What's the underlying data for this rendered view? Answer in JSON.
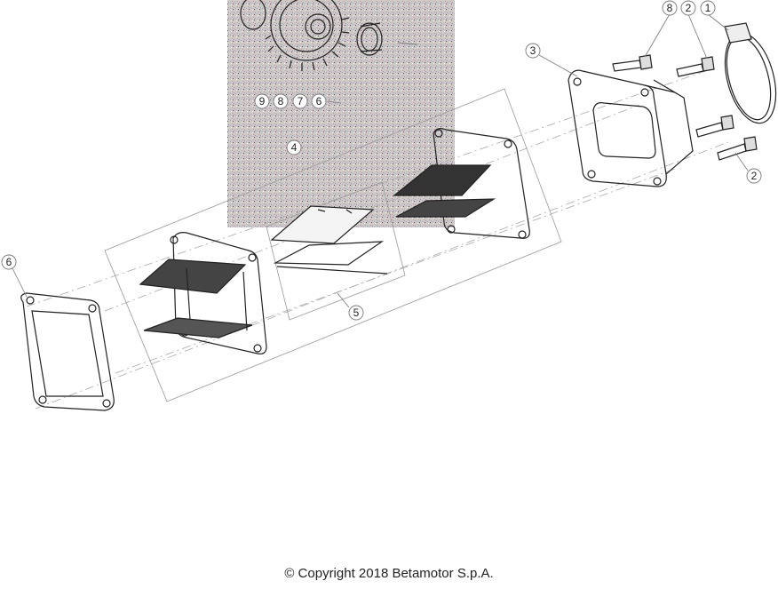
{
  "diagram": {
    "callouts": [
      {
        "id": "callout-8-top",
        "label": "8"
      },
      {
        "id": "callout-2-top",
        "label": "2"
      },
      {
        "id": "callout-1",
        "label": "1"
      },
      {
        "id": "callout-3",
        "label": "3"
      },
      {
        "id": "callout-2-bottom",
        "label": "2"
      },
      {
        "id": "callout-9-inset",
        "label": "9"
      },
      {
        "id": "callout-8-inset",
        "label": "8"
      },
      {
        "id": "callout-7-inset",
        "label": "7"
      },
      {
        "id": "callout-6-inset",
        "label": "6"
      },
      {
        "id": "callout-4",
        "label": "4"
      },
      {
        "id": "callout-5",
        "label": "5"
      },
      {
        "id": "callout-6-left",
        "label": "6"
      }
    ],
    "colors": {
      "line": "#222222",
      "thin_line": "#9a9a9a",
      "inset_bg": "#c9c2bf"
    }
  },
  "footer": {
    "copyright": "© Copyright 2018 Betamotor S.p.A."
  }
}
